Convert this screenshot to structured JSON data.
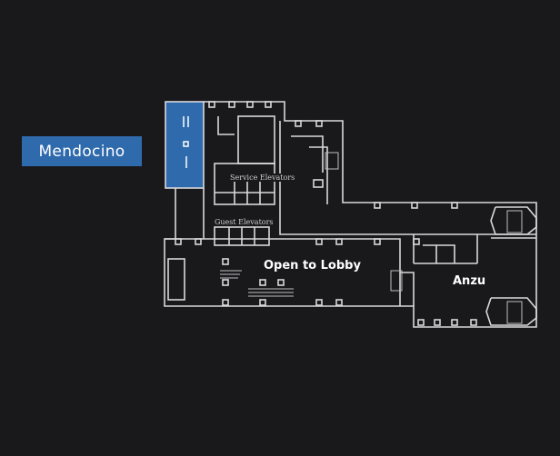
{
  "map": {
    "highlighted_room": {
      "label": "Mendocino",
      "color": "#2f6aad"
    },
    "rooms": [
      {
        "label": "Open to Lobby"
      },
      {
        "label": "Anzu"
      }
    ],
    "annotations": [
      {
        "label": "Service Elevators"
      },
      {
        "label": "Guest Elevators"
      }
    ],
    "colors": {
      "background": "#19191c",
      "walls": "#d9d9dc"
    }
  }
}
